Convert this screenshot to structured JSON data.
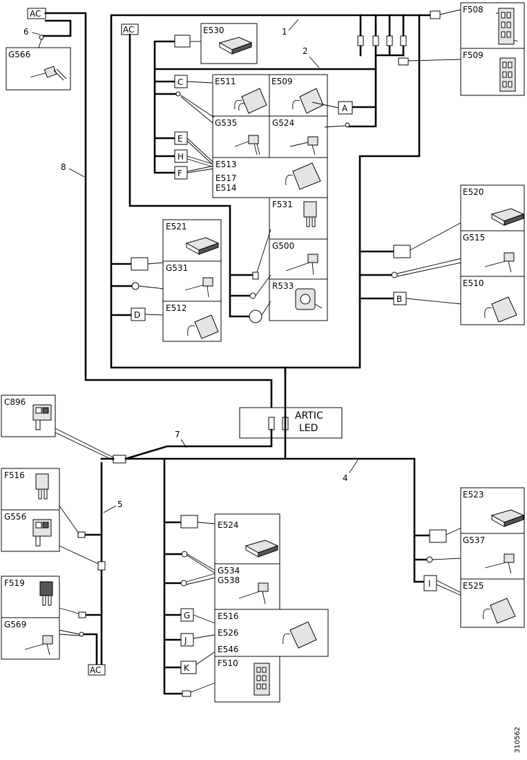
{
  "components": {
    "F508": "F508",
    "F509": "F509",
    "G566": "G566",
    "E530": "E530",
    "E511": "E511",
    "E509": "E509",
    "G535": "G535",
    "G524": "G524",
    "E513": "E513",
    "E517": "E517",
    "E514": "E514",
    "F531": "F531",
    "E521": "E521",
    "G531": "G531",
    "E512": "E512",
    "G500": "G500",
    "R533": "R533",
    "E520": "E520",
    "G515": "G515",
    "E510": "E510",
    "C896": "C896",
    "F516": "F516",
    "G556": "G556",
    "F519": "F519",
    "G569": "G569",
    "E524": "E524",
    "G534": "G534",
    "G538": "G538",
    "E516": "E516",
    "E526": "E526",
    "E546": "E546",
    "F510": "F510",
    "E523": "E523",
    "G537": "G537",
    "E525": "E525"
  },
  "connectors": {
    "AC": "AC",
    "A": "A",
    "B": "B",
    "C": "C",
    "D": "D",
    "E": "E",
    "F": "F",
    "G": "G",
    "H": "H",
    "I": "I",
    "J": "J",
    "K": "K"
  },
  "harness_numbers": {
    "n1": "1",
    "n2": "2",
    "n3": "8",
    "n4": "4",
    "n5": "5",
    "n6": "6",
    "n7": "7"
  },
  "artic_led": {
    "line1": "ARTIC",
    "line2": "LED"
  },
  "figure_id": "310562"
}
